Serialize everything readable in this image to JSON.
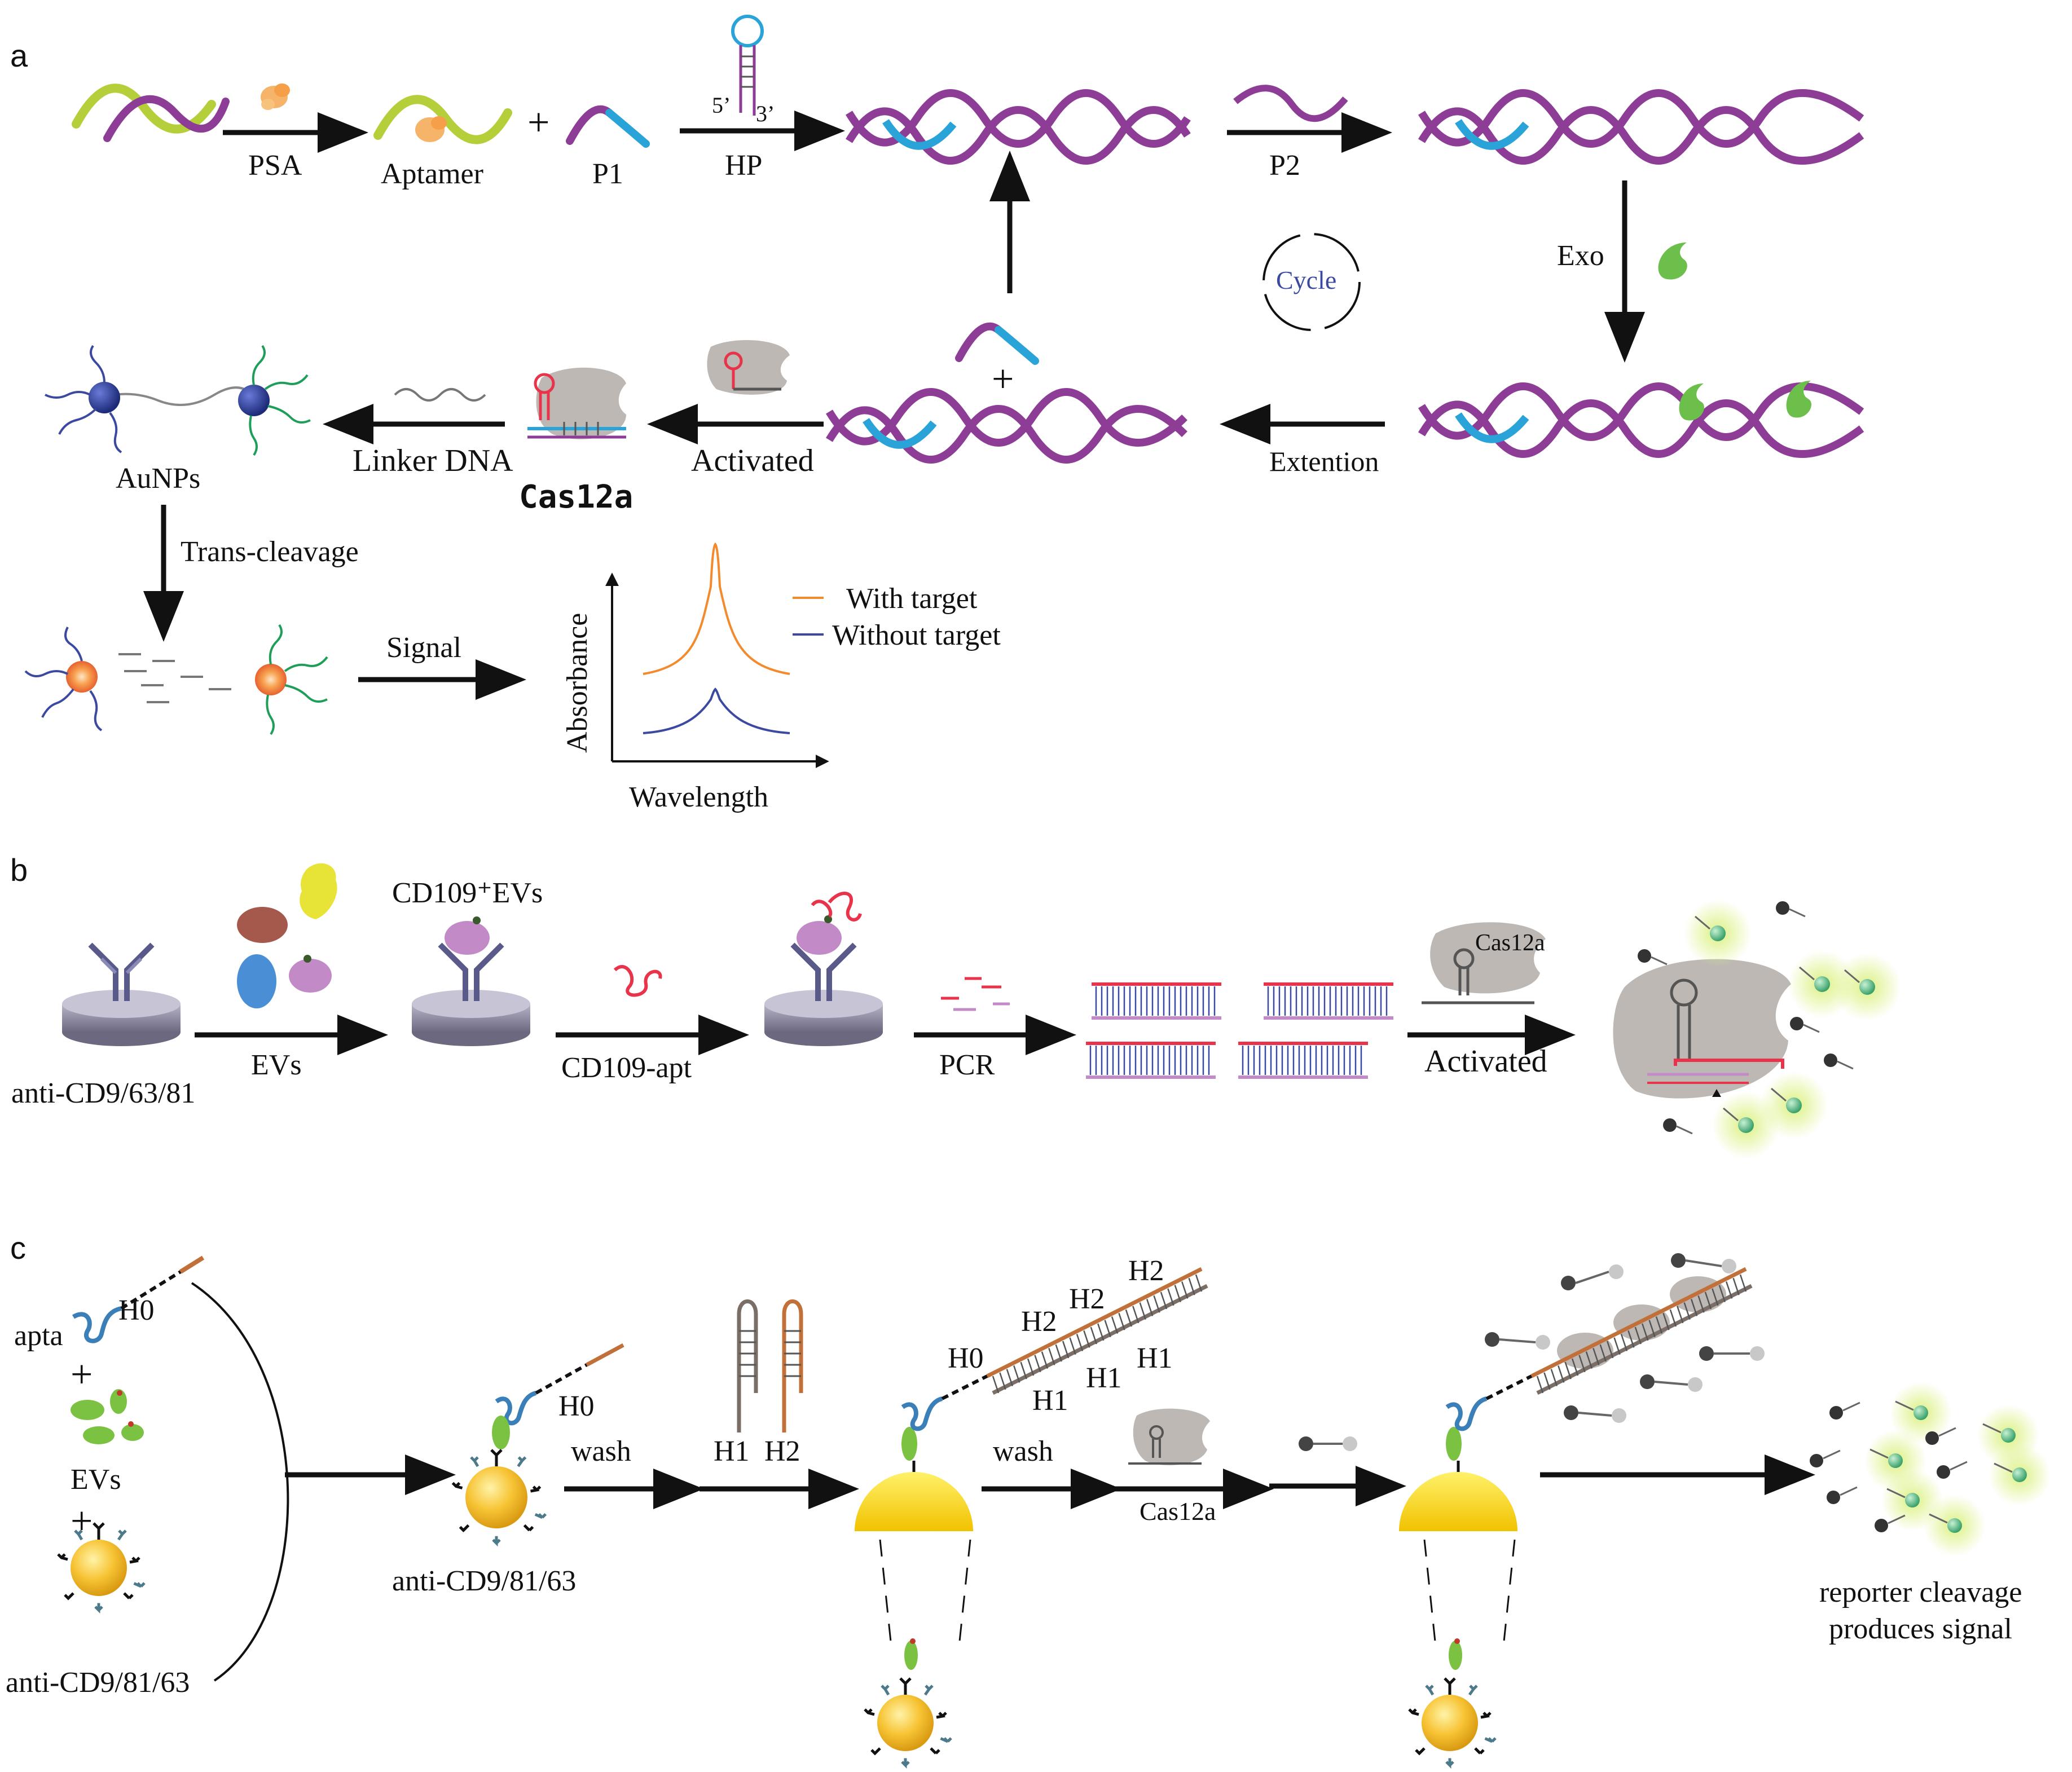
{
  "panels": {
    "a": "a",
    "b": "b",
    "c": "c"
  },
  "a": {
    "psa": "PSA",
    "aptamer": "Aptamer",
    "plus": "+",
    "p1": "P1",
    "five_prime": "5’",
    "three_prime": "3’",
    "hp": "HP",
    "p2": "P2",
    "exo": "Exo",
    "cycle": "Cycle",
    "extention": "Extention",
    "activated": "Activated",
    "linker_dna": "Linker DNA",
    "cas12a": "Cas12a",
    "aunps": "AuNPs",
    "trans_cleavage": "Trans-cleavage",
    "signal": "Signal"
  },
  "chart_data": {
    "type": "line",
    "xlabel": "Wavelength",
    "ylabel": "Absorbance",
    "series": [
      {
        "name": "With target",
        "color": "#f28a2e"
      },
      {
        "name": "Without target",
        "color": "#3b4aa0"
      }
    ]
  },
  "b": {
    "anti": "anti-CD9/63/81",
    "evs": "EVs",
    "cd109_evs": "CD109⁺EVs",
    "cd109_apt": "CD109-apt",
    "pcr": "PCR",
    "cas12a": "Cas12a",
    "activated": "Activated"
  },
  "c": {
    "apta": "apta",
    "h0": "H0",
    "plus": "+",
    "evs": "EVs",
    "anti_left": "anti-CD9/81/63",
    "anti_mid": "anti-CD9/81/63",
    "wash1": "wash",
    "h1": "H1",
    "h2": "H2",
    "wash2": "wash",
    "cas12a": "Cas12a",
    "result_line1": "reporter cleavage",
    "result_line2": "produces signal"
  },
  "colors": {
    "purple": "#8e3d97",
    "blue": "#2aa4d8",
    "lime": "#b5cf3a",
    "red": "#e8334a",
    "orange": "#f28a2e",
    "navy": "#3b4aa0",
    "green_exo": "#6cbf4a",
    "grey_cas": "#bdb8b4",
    "gold": "#f7c435",
    "brown": "#c2703a"
  }
}
